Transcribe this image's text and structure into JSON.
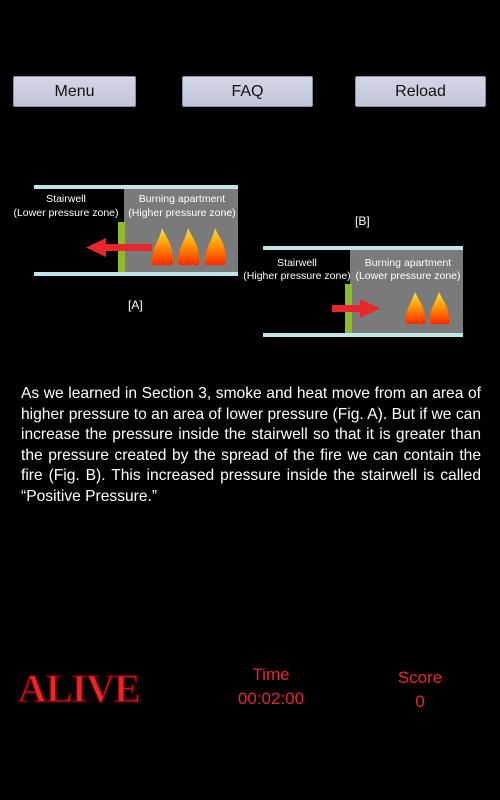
{
  "nav": {
    "menu_label": "Menu",
    "faq_label": "FAQ",
    "reload_label": "Reload"
  },
  "figure_a": {
    "left_label_line1": "Stairwell",
    "left_label_line2": "(Lower pressure zone)",
    "right_label_line1": "Burning apartment",
    "right_label_line2": "(Higher pressure zone)",
    "caption": "[A]",
    "arrow_direction": "left"
  },
  "figure_b": {
    "left_label_line1": "Stairwell",
    "left_label_line2": "(Higher pressure zone)",
    "right_label_line1": "Burning apartment",
    "right_label_line2": "(Lower pressure zone)",
    "caption": "[B]",
    "arrow_direction": "right"
  },
  "body_text": "As we learned in Section 3, smoke and heat move from an area of higher pressure to an area of lower pressure (Fig. A). But if we can increase the pressure inside the stairwell so that it is greater than the pressure created by the spread of the fire we can contain the fire (Fig. B). This increased pressure inside the stairwell is called “Positive Pressure.”",
  "footer": {
    "status": "ALIVE",
    "time_label": "Time",
    "time_value": "00:02:00",
    "score_label": "Score",
    "score_value": "0"
  },
  "colors": {
    "accent_red": "#e8262b",
    "door_green": "#8dbb2a",
    "room_gray": "#7a7a7a",
    "wall_blue": "#bfe4ea"
  }
}
